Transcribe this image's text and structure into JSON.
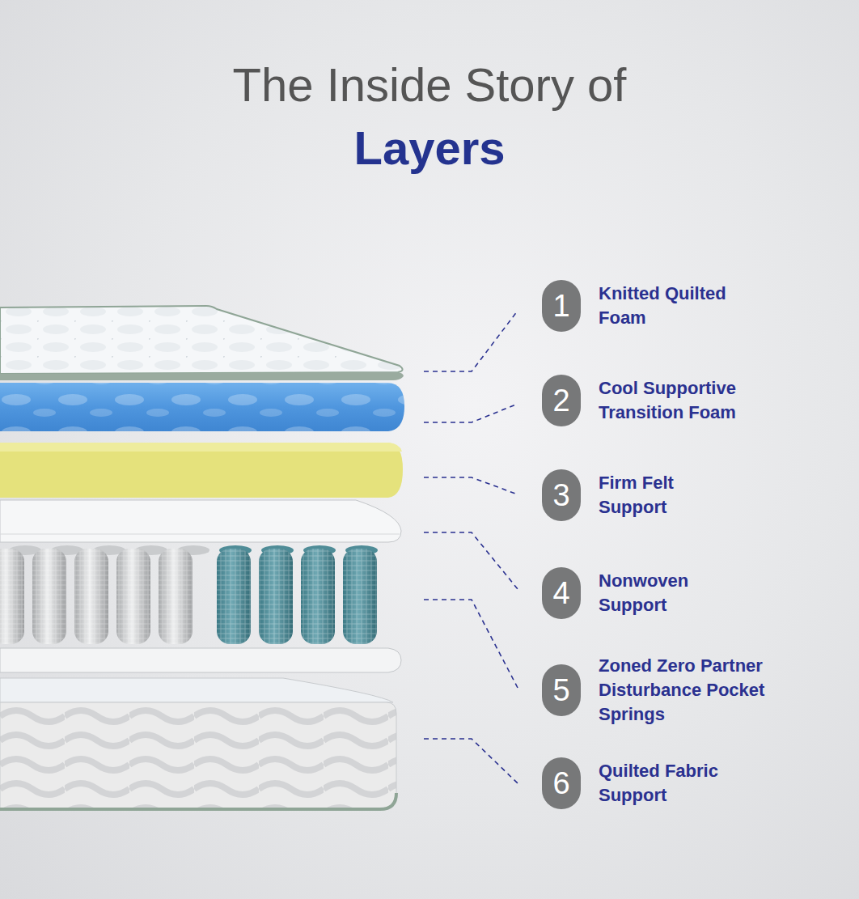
{
  "diagram": {
    "title": "The Inside Story of Layers",
    "labels": [
      "1",
      "Knitted Quilted Foam",
      "2",
      "Cool Supportive Transition Foam",
      "3",
      "Firm Felt Support",
      "4",
      "Nonwoven Support",
      "5",
      "Zoned Zero Partner Disturbance Pocket Springs",
      "6",
      "Quilted Fabric Support"
    ]
  }
}
